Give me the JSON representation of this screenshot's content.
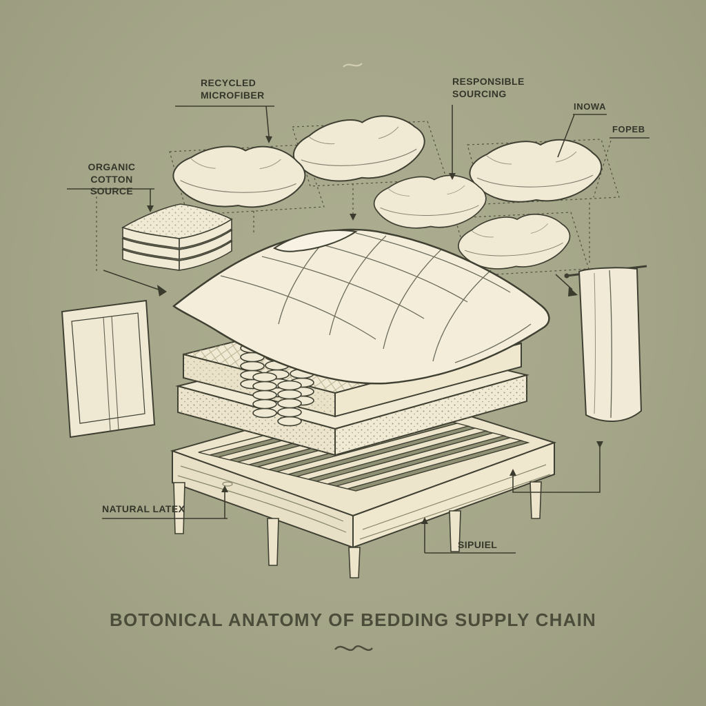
{
  "title": "BOTONICAL ANATOMY OF BEDDING SUPPLY CHAIN",
  "labels": {
    "organic_cotton": "ORGANIC COTTON\nSOURCE",
    "recycled_microfiber": "RECYCLED\nMICROFIBER",
    "responsible_sourcing": "RESPONSIBLE\nSOURCING",
    "inowa": "INOWA",
    "fopeb": "FOPEB",
    "natural_latex": "NATURAL LATEX",
    "sipuiel": "SIPUIEL"
  },
  "illustration_parts": [
    "pillow",
    "pillow",
    "pillow",
    "pillow",
    "pillow",
    "folded-cotton-stack",
    "folded-sheet-panel",
    "duvet-comforter",
    "quilted-mattress-layer",
    "coil-springs",
    "foam-latex-layer",
    "slatted-wood-bed-base",
    "hanging-blanket"
  ],
  "colors": {
    "background": "#a5a689",
    "cream": "#f0e9d4",
    "cream_light": "#f5efdf",
    "wood": "#ece4cb",
    "outline": "#3f4032",
    "label_text": "#35362a",
    "title_text": "#4b4c39",
    "dash_line": "#50513e"
  }
}
